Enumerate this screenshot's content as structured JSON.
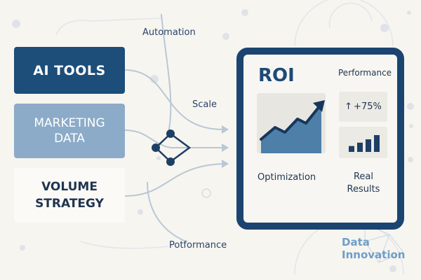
{
  "boxes": {
    "ai_tools": "AI TOOLS",
    "marketing_line1": "MARKETING",
    "marketing_line2": "DATA",
    "volume_line1": "VOLUME",
    "volume_line2": "STRATEGY"
  },
  "labels": {
    "automation": "Automation",
    "scale": "Scale",
    "performance_bottom": "Potformance"
  },
  "panel": {
    "title": "ROI",
    "performance": "Performance",
    "stat_arrow": "↑",
    "stat_value": "+75%",
    "optimization": "Optimization",
    "real_line1": "Real",
    "real_line2": "Results"
  },
  "brand": {
    "line1": "Data",
    "line2": "Innovation"
  },
  "colors": {
    "navy": "#1d4e7a",
    "light_blue": "#8cabc9",
    "background": "#f7f5f0",
    "accent": "#6f9ec8"
  },
  "stat_bars": [
    0.35,
    0.55,
    0.75,
    1.0
  ]
}
